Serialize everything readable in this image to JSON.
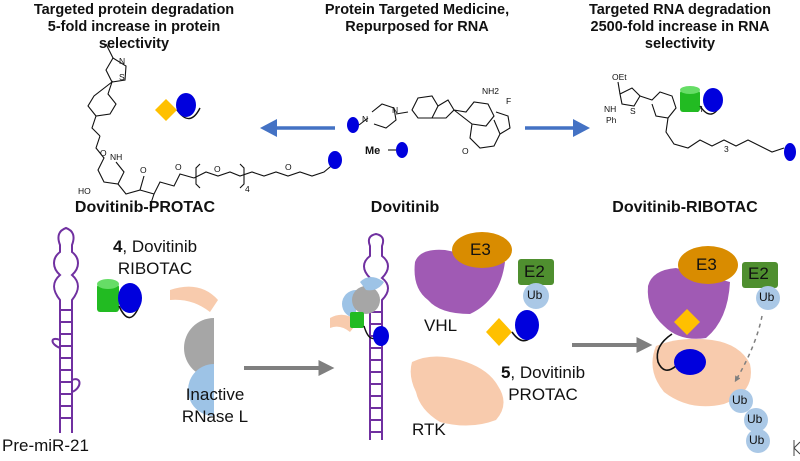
{
  "headers": {
    "left": {
      "line1": "Targeted protein degradation",
      "line2": "5-fold increase in protein",
      "line3": "selectivity"
    },
    "middle": {
      "line1": "Protein Targeted Medicine,",
      "line2": "Repurposed for RNA"
    },
    "right": {
      "line1": "Targeted RNA degradation",
      "line2": "2500-fold increase in RNA",
      "line3": "selectivity"
    }
  },
  "compound_names": {
    "left": "Dovitinib-PROTAC",
    "middle": "Dovitinib",
    "right": "Dovitinib-RIBOTAC"
  },
  "structure_text": {
    "me": "Me",
    "nh2": "NH2",
    "f": "F",
    "o": "O",
    "n": "N",
    "s": "S",
    "ho": "HO",
    "subscript_4": "4",
    "subscript_3": "3",
    "oet": "OEt",
    "nh": "NH",
    "ph": "Ph",
    "oh": "OH"
  },
  "bottom_labels": {
    "ribotac_number": "4",
    "ribotac_line1": ", Dovitinib",
    "ribotac_line2": "RIBOTAC",
    "rnase_line1": "Inactive",
    "rnase_line2": "RNase L",
    "pre_mir": "Pre-miR-21",
    "e3_mid": "E3",
    "e2_mid": "E2",
    "ub_mid": "Ub",
    "vhl": "VHL",
    "protac_number": "5",
    "protac_line1": ", Dovitinib",
    "protac_line2": "PROTAC",
    "rtk": "RTK",
    "e3_right": "E3",
    "e2_right": "E2",
    "ub_right": "Ub",
    "ub_chain_1": "Ub",
    "ub_chain_2": "Ub",
    "ub_chain_3": "Ub"
  },
  "colors": {
    "blue_arrow": "#4472C4",
    "gray_arrow": "#7f7f7f",
    "rna_purple": "#7030a0",
    "ligand_blue": "#0000dd",
    "green_block": "#22bb22",
    "yellow_diamond": "#ffc000",
    "vhl_purple": "#a05ab4",
    "e3_orange": "#d98c00",
    "e2_green": "#4f8f2f",
    "ub_lightblue": "#aac8e6",
    "rtk_peach": "#f8cbad",
    "rnase_gray": "#a6a6a6",
    "rnase_blue": "#9dc3e6"
  }
}
